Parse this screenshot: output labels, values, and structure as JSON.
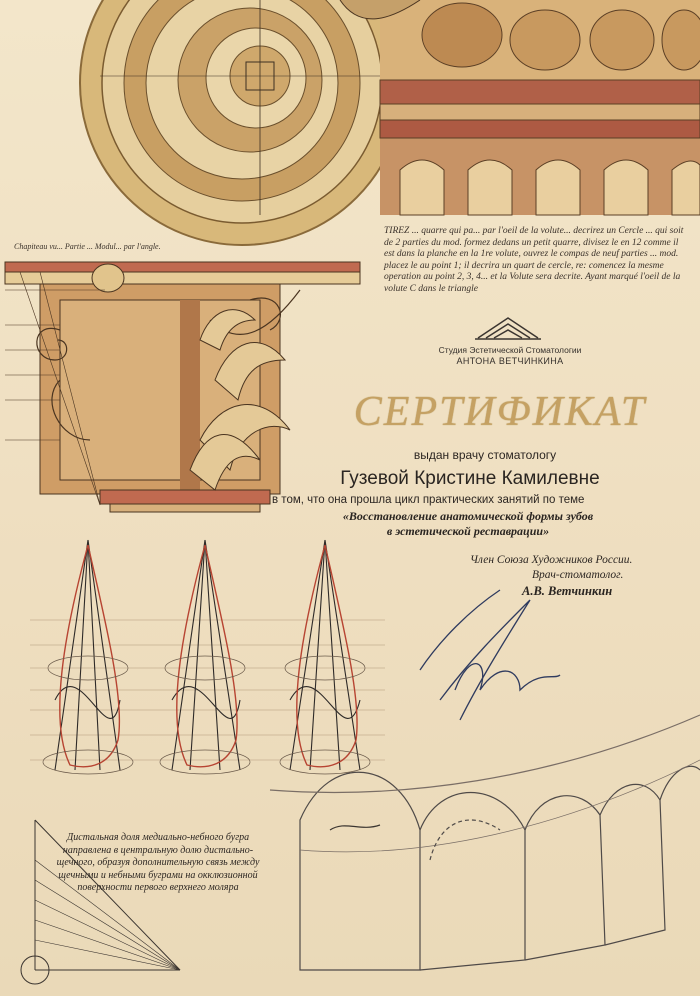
{
  "engraving": {
    "header_text": "Chapiteau vu... Partie ... Modul... par l'angle.",
    "tirez_text": "TIREZ ... quarre qui pa... par l'oeil de la volute... decrirez un Cercle ... qui soit de 2 parties du mod. formez dedans un petit quarre, divisez le en 12 comme il est dans la planche en la 1re volute, ouvrez le compas de neuf parties ... mod. placez le au point 1; il decrira un quart de cercle, re: comencez la mesme operation au point 2, 3, 4... et la Volute sera decrite. Ayant marqué l'oeil de la volute C dans le triangle"
  },
  "studio": {
    "line1": "Студия Эстетической Стоматологии",
    "line2": "АНТОНА ВЕТЧИНКИНА"
  },
  "certificate": {
    "title": "СЕРТИФИКАТ",
    "issued_to": "выдан врачу стоматологу",
    "recipient_name": "Гузевой Кристине Камилевне",
    "completed_text": "в том, что она прошла цикл практических занятий  по теме",
    "course_line1": "«Восстановление анатомической формы зубов",
    "course_line2": "в эстетической реставрации»"
  },
  "signatory": {
    "line1": "Член Союза Художников России.",
    "line2": "Врач-стоматолог.",
    "name": "А.В. Ветчинкин"
  },
  "bottom_note": "Дистальная доля медиально-небного бугра направлена в центральную долю дистально-щечного, образуя дополнительную связь между щечными и небными буграми на окклюзионной поверхности первого верхнего моляра",
  "colors": {
    "background": "#efe2c6",
    "title_gold": "#c5a163",
    "engraving_red": "#b74432",
    "ink": "#2c2622"
  }
}
